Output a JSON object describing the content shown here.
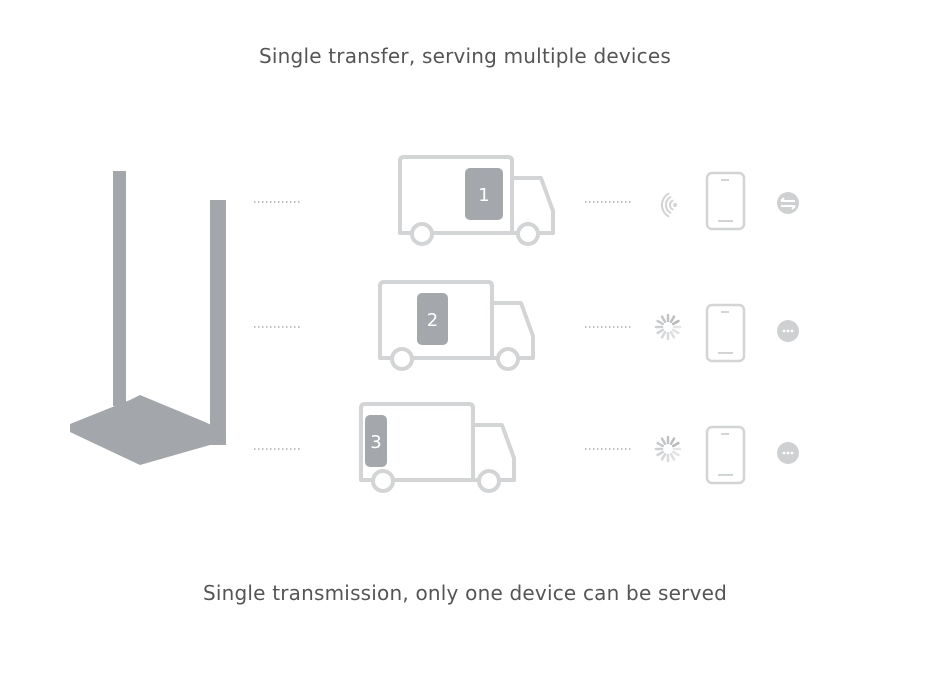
{
  "title_top": "Single transfer, serving multiple devices",
  "title_bottom": "Single transmission, only one device can be served",
  "colors": {
    "router": "#a3a7ac",
    "outline": "#d3d4d6",
    "box": "#a4a7ab",
    "dots": "#a9abae"
  },
  "rows": [
    {
      "label": "1",
      "status_icon": "wifi-signal-icon",
      "action_icon": "transfer-arrows-icon"
    },
    {
      "label": "2",
      "status_icon": "loading-spinner-icon",
      "action_icon": "more-dots-icon"
    },
    {
      "label": "3",
      "status_icon": "loading-spinner-icon",
      "action_icon": "more-dots-icon"
    }
  ]
}
